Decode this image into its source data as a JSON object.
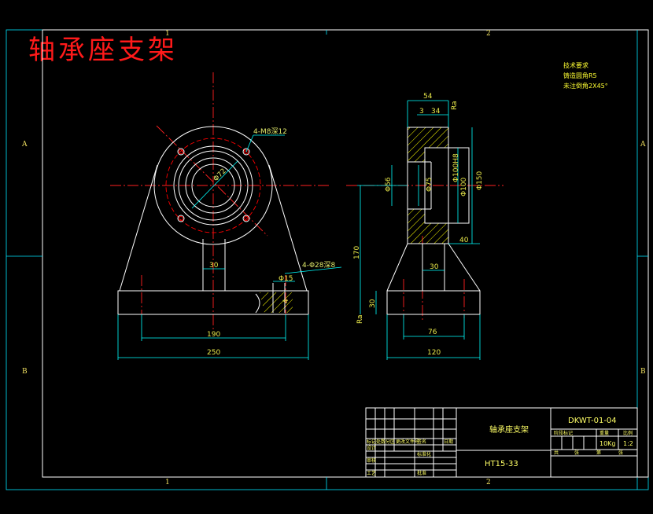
{
  "title": "轴承座支架",
  "zone_labels": {
    "top_left": "1",
    "top_right": "2",
    "bottom_left": "1",
    "bottom_right": "2",
    "left_upper": "A",
    "left_lower": "B",
    "right_upper": "A",
    "right_lower": "B"
  },
  "technical_requirements": {
    "heading": "技术要求",
    "line1": "铸造圆角R5",
    "line2": "未注倒角2X45°"
  },
  "front_view": {
    "bolt_holes": "4-M8深12",
    "bore": "Φ72",
    "base_holes": "4-Φ28深8",
    "counterbore": "Φ15",
    "counter_depth": "4",
    "rib": "30",
    "hole_spacing": "190",
    "base_width": "250"
  },
  "side_view": {
    "top_width": "54",
    "top_inner": "34",
    "left_small": "3",
    "bore_small": "Φ56",
    "bore_mid": "Φ75",
    "bore_large": "Φ100",
    "bore_h8": "Φ100H8",
    "outer": "Φ150",
    "flange": "40",
    "height": "170",
    "web": "30",
    "base_height": "30",
    "hole_span": "76",
    "base_depth": "120",
    "roughness": "Ra"
  },
  "title_block": {
    "part_name": "轴承座支架",
    "material": "HT15-33",
    "drawing_no": "DKWT-01-04",
    "weight": "10Kg",
    "scale": "1:2",
    "cell_labels": [
      "标记",
      "处数",
      "分区",
      "更改文件号",
      "签名",
      "日期",
      "设计",
      "标准化",
      "审核",
      "工艺",
      "批准"
    ],
    "right_labels": [
      "阶段标记",
      "重量",
      "比例",
      "共",
      "张",
      "第",
      "张"
    ]
  }
}
